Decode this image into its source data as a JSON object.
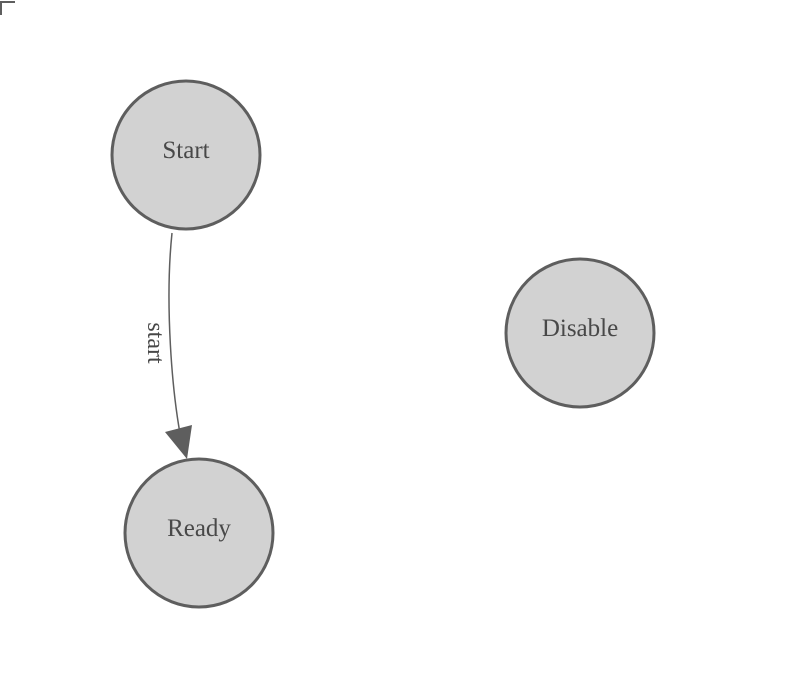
{
  "diagram": {
    "type": "finite-state-machine",
    "background": "#ffffff"
  },
  "palette": {
    "node_fill": "#d2d2d2",
    "node_stroke": "#5e5e5e",
    "node_text_color": "#484848",
    "edge_color": "#5e5e5e",
    "edge_label_color": "#484848",
    "origin_mark_color": "#5e5e5e"
  },
  "nodes": [
    {
      "id": "start",
      "label": "Start"
    },
    {
      "id": "ready",
      "label": "Ready"
    },
    {
      "id": "disable",
      "label": "Disable"
    }
  ],
  "edges": [
    {
      "from": "Start",
      "to": "Ready",
      "label": "start"
    }
  ]
}
